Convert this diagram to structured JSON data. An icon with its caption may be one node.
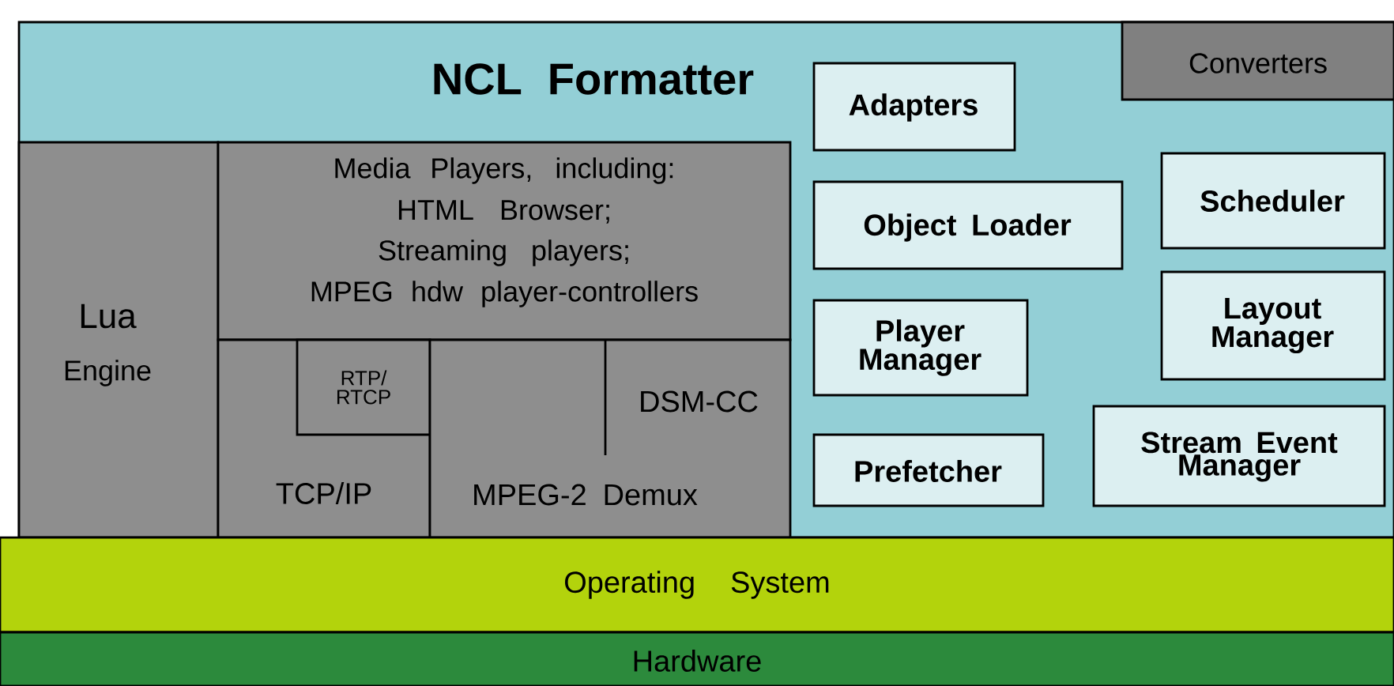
{
  "diagram": {
    "nodes": [
      {
        "text": [
          "NCL Formatter"
        ]
      },
      {
        "text": [
          "Lua",
          "Engine"
        ],
        "in": 0
      },
      {
        "text": [
          "Media Players, including:",
          "HTML Browser;",
          "Streaming players;",
          "MPEG hdw player-controllers"
        ],
        "in": 0
      },
      {
        "text": [
          "TCP/IP"
        ],
        "in": 0
      },
      {
        "text": [
          "RTP/ RTCP"
        ],
        "in": 3
      },
      {
        "text": [
          "MPEG-2 Demux"
        ],
        "in": 0
      },
      {
        "text": [
          "DSM-CC"
        ],
        "in": 5
      },
      {
        "text": [
          "Converters"
        ],
        "in": 0
      },
      {
        "text": [
          "Adapters"
        ],
        "in": 0
      },
      {
        "text": [
          "Object Loader"
        ],
        "in": 0
      },
      {
        "text": [
          "Scheduler"
        ],
        "in": 0
      },
      {
        "text": [
          "Player Manager"
        ],
        "in": 0
      },
      {
        "text": [
          "Layout Manager"
        ],
        "in": 0
      },
      {
        "text": [
          "Prefetcher"
        ],
        "in": 0
      },
      {
        "text": [
          "Stream Event Manager"
        ],
        "in": 0
      },
      {
        "text": [
          "Operating System"
        ]
      },
      {
        "text": [
          "Hardware"
        ]
      }
    ],
    "edges": []
  }
}
